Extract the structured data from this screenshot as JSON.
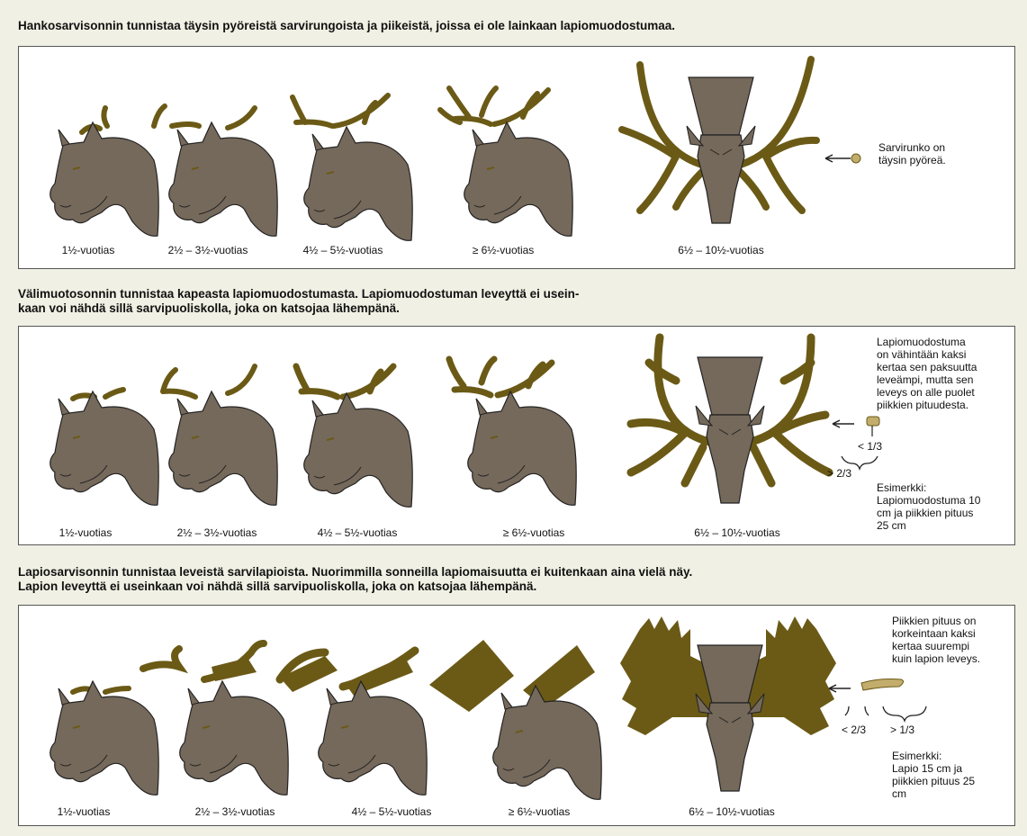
{
  "colors": {
    "background": "#f0f1e4",
    "panel": "#ffffff",
    "head": "#75695b",
    "antler": "#6b5a16",
    "antler_light": "#c2ad6d"
  },
  "sections": [
    {
      "heading": "Hankosarvisonnin tunnistaa täysin pyöreistä sarvirungoista ja piikeistä, joissa ei ole lainkaan lapiomuodostumaa.",
      "ages": [
        "1½-vuotias",
        "2½ – 3½-vuotias",
        "4½ – 5½-vuotias",
        "≥ 6½-vuotias",
        "6½ – 10½-vuotias"
      ],
      "note": "Sarvirunko on\ntäysin pyöreä."
    },
    {
      "heading": "Välimuotosonnin tunnistaa kapeasta lapiomuodostumasta. Lapiomuodostuman leveyttä ei usein-\nkaan voi nähdä sillä sarvipuoliskolla, joka on katsojaa lähempänä.",
      "ages": [
        "1½-vuotias",
        "2½ – 3½-vuotias",
        "4½ – 5½-vuotias",
        "≥ 6½-vuotias",
        "6½ – 10½-vuotias"
      ],
      "note": "Lapiomuodostuma\non vähintään kaksi\nkertaa sen paksuutta\nleveämpi, mutta sen\nleveys on alle puolet\npiikkien pituudesta.",
      "label_a": "< 1/3",
      "label_b": "> 2/3",
      "example": "Esimerkki:\nLapiomuodostuma 10\ncm ja piikkien pituus\n25 cm"
    },
    {
      "heading": "Lapiosarvisonnin tunnistaa leveistä sarvilapioista. Nuorimmilla sonneilla lapiomaisuutta ei kuitenkaan aina vielä näy.\nLapion leveyttä ei useinkaan voi nähdä sillä sarvipuoliskolla, joka on katsojaa lähempänä.",
      "ages": [
        "1½-vuotias",
        "2½ – 3½-vuotias",
        "4½ – 5½-vuotias",
        "≥ 6½-vuotias",
        "6½ – 10½-vuotias"
      ],
      "note": "Piikkien pituus on\nkorkeintaan kaksi\nkertaa suurempi\nkuin lapion leveys.",
      "label_a": "< 2/3",
      "label_b": "> 1/3",
      "example": "Esimerkki:\nLapio 15 cm ja\npiikkien pituus 25\ncm"
    }
  ]
}
